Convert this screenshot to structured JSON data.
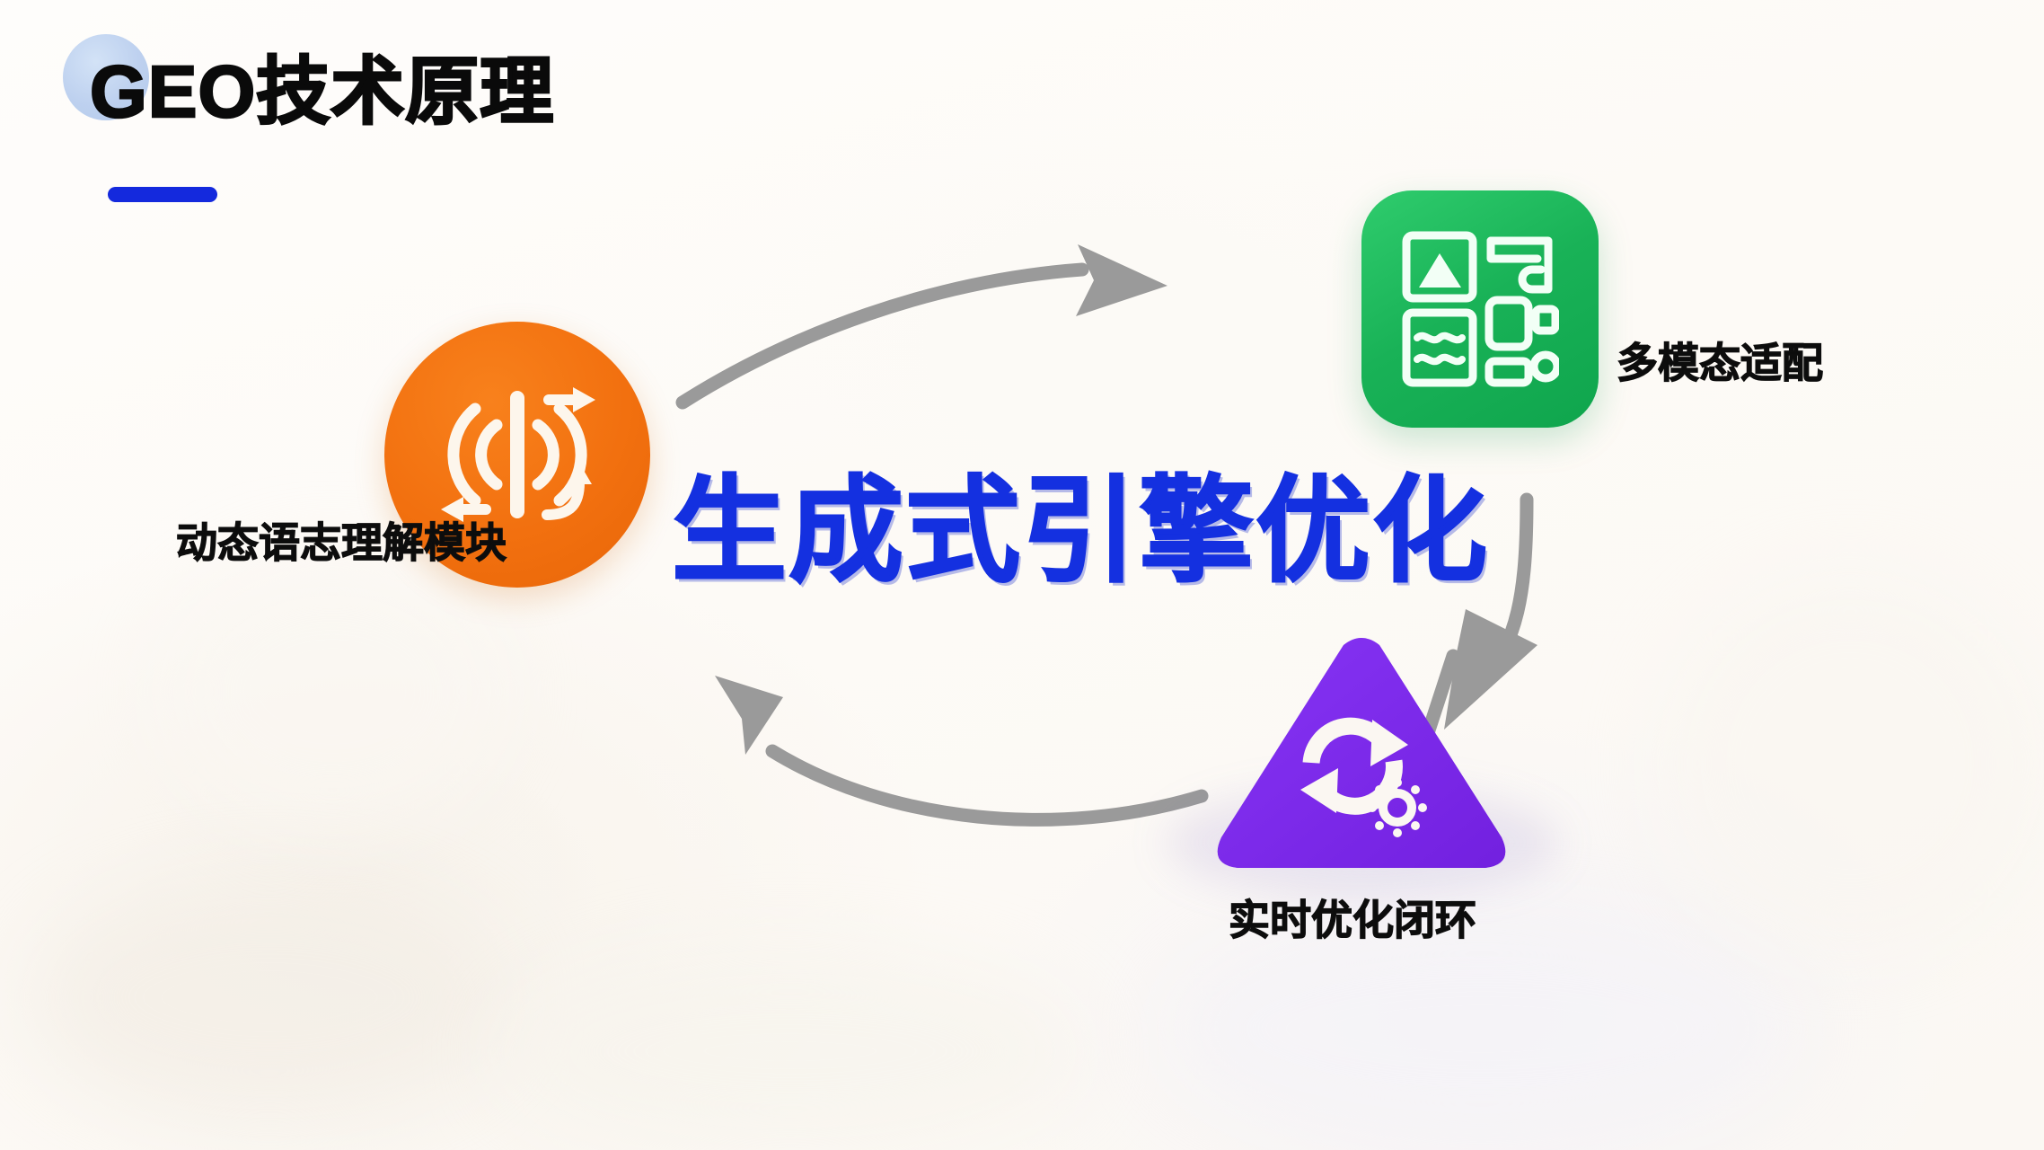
{
  "slide": {
    "background_color": "#fdfbf8",
    "title": "GEO技术原理",
    "center_headline": "生成式引擎优化",
    "accent_blue": "#1429dd",
    "title_circle_color": "#b8cdee"
  },
  "nodes": [
    {
      "id": "dynamic-semantic-module",
      "label": "动态语志理解模块",
      "shape": "circle",
      "color": "#f2700f",
      "icon": "signal-broadcast-icon"
    },
    {
      "id": "multimodal-adaptation",
      "label": "多模态适配",
      "shape": "rounded-square",
      "color": "#19b257",
      "icon": "multimodal-grid-icon"
    },
    {
      "id": "realtime-optimization-loop",
      "label": "实时优化闭环",
      "shape": "triangle",
      "color": "#7c2ae8",
      "icon": "refresh-cycle-gear-icon"
    }
  ],
  "arrows": [
    {
      "id": "arrow-dynamic-to-multimodal",
      "from": "dynamic-semantic-module",
      "to": "multimodal-adaptation",
      "color": "#9a9a9a"
    },
    {
      "id": "arrow-multimodal-to-loop",
      "from": "multimodal-adaptation",
      "to": "realtime-optimization-loop",
      "color": "#9a9a9a"
    },
    {
      "id": "arrow-loop-to-dynamic",
      "from": "realtime-optimization-loop",
      "to": "dynamic-semantic-module",
      "color": "#9a9a9a"
    }
  ]
}
